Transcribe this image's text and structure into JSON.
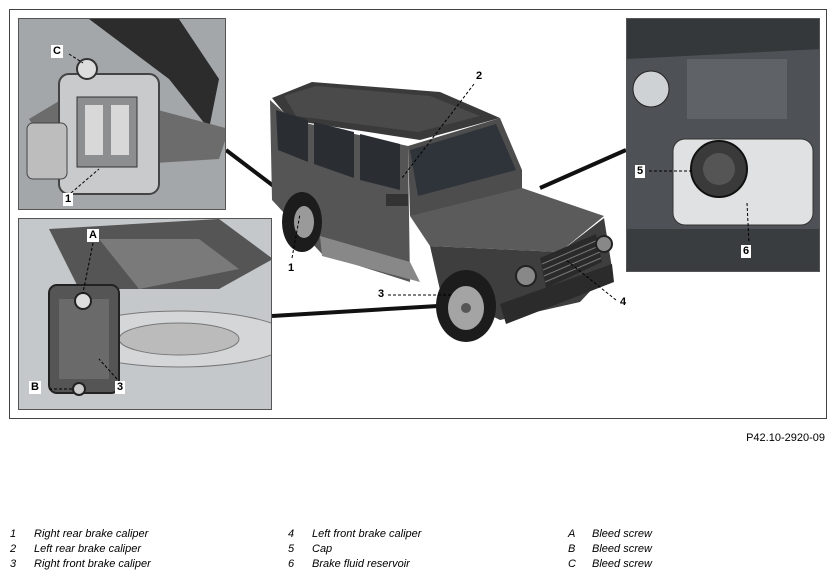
{
  "callouts": {
    "c1_top": "1",
    "cC": "C",
    "cA": "A",
    "cB": "B",
    "c3_left": "3",
    "c5": "5",
    "c6": "6",
    "c1_main": "1",
    "c2_main": "2",
    "c3_main": "3",
    "c4_main": "4"
  },
  "reference": "P42.10-2920-09",
  "legend": {
    "col1": [
      {
        "key": "1",
        "label": "Right rear brake caliper"
      },
      {
        "key": "2",
        "label": "Left rear brake caliper"
      },
      {
        "key": "3",
        "label": "Right front brake caliper"
      }
    ],
    "col2": [
      {
        "key": "4",
        "label": "Left front brake caliper"
      },
      {
        "key": "5",
        "label": "Cap"
      },
      {
        "key": "6",
        "label": "Brake fluid reservoir"
      }
    ],
    "col3": [
      {
        "key": "A",
        "label": "Bleed screw"
      },
      {
        "key": "B",
        "label": "Bleed screw"
      },
      {
        "key": "C",
        "label": "Bleed screw"
      }
    ]
  }
}
